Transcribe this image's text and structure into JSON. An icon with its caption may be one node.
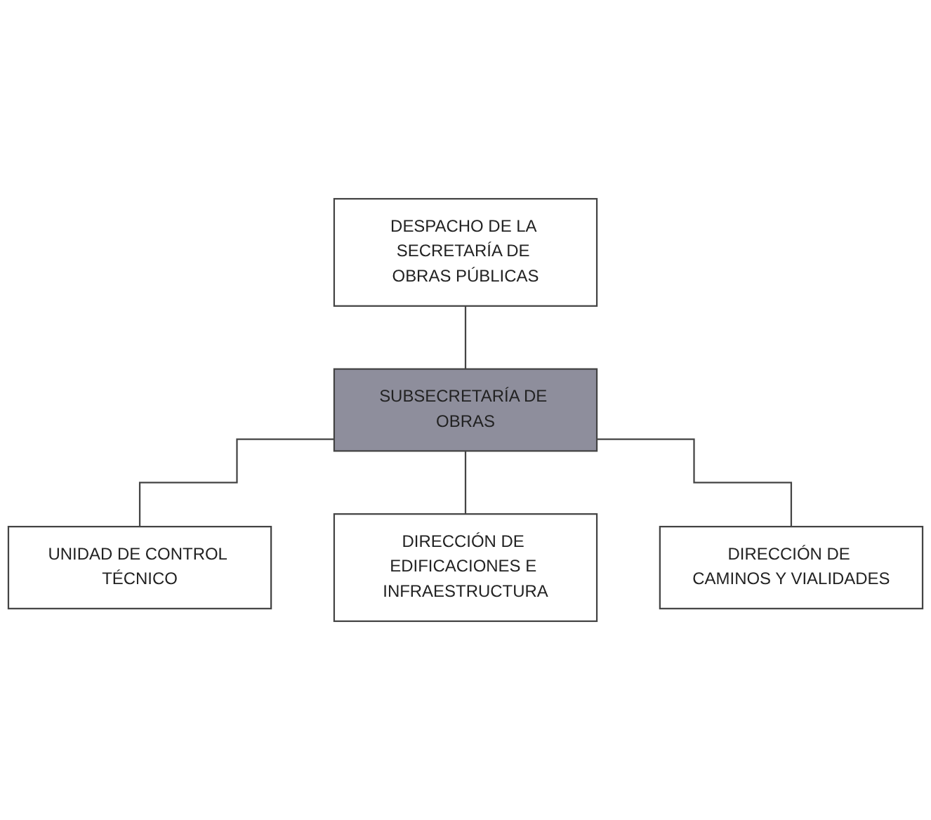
{
  "diagram": {
    "nodes": [
      {
        "text": [
          "DESPACHO DE LA SECRETARÍA DE OBRAS PÚBLICAS"
        ]
      },
      {
        "text": [
          "SUBSECRETARÍA DE OBRAS"
        ]
      },
      {
        "text": [
          "UNIDAD DE CONTROL TÉCNICO"
        ]
      },
      {
        "text": [
          "DIRECCIÓN DE EDIFICACIONES E INFRAESTRUCTURA"
        ]
      },
      {
        "text": [
          "DIRECCIÓN DE CAMINOS Y VIALIDADES"
        ]
      }
    ],
    "edges": [
      {
        "from": 0,
        "to": 1,
        "arrow": "none"
      },
      {
        "from": 1,
        "to": 2,
        "arrow": "none"
      },
      {
        "from": 1,
        "to": 3,
        "arrow": "none"
      },
      {
        "from": 1,
        "to": 4,
        "arrow": "none"
      }
    ]
  }
}
